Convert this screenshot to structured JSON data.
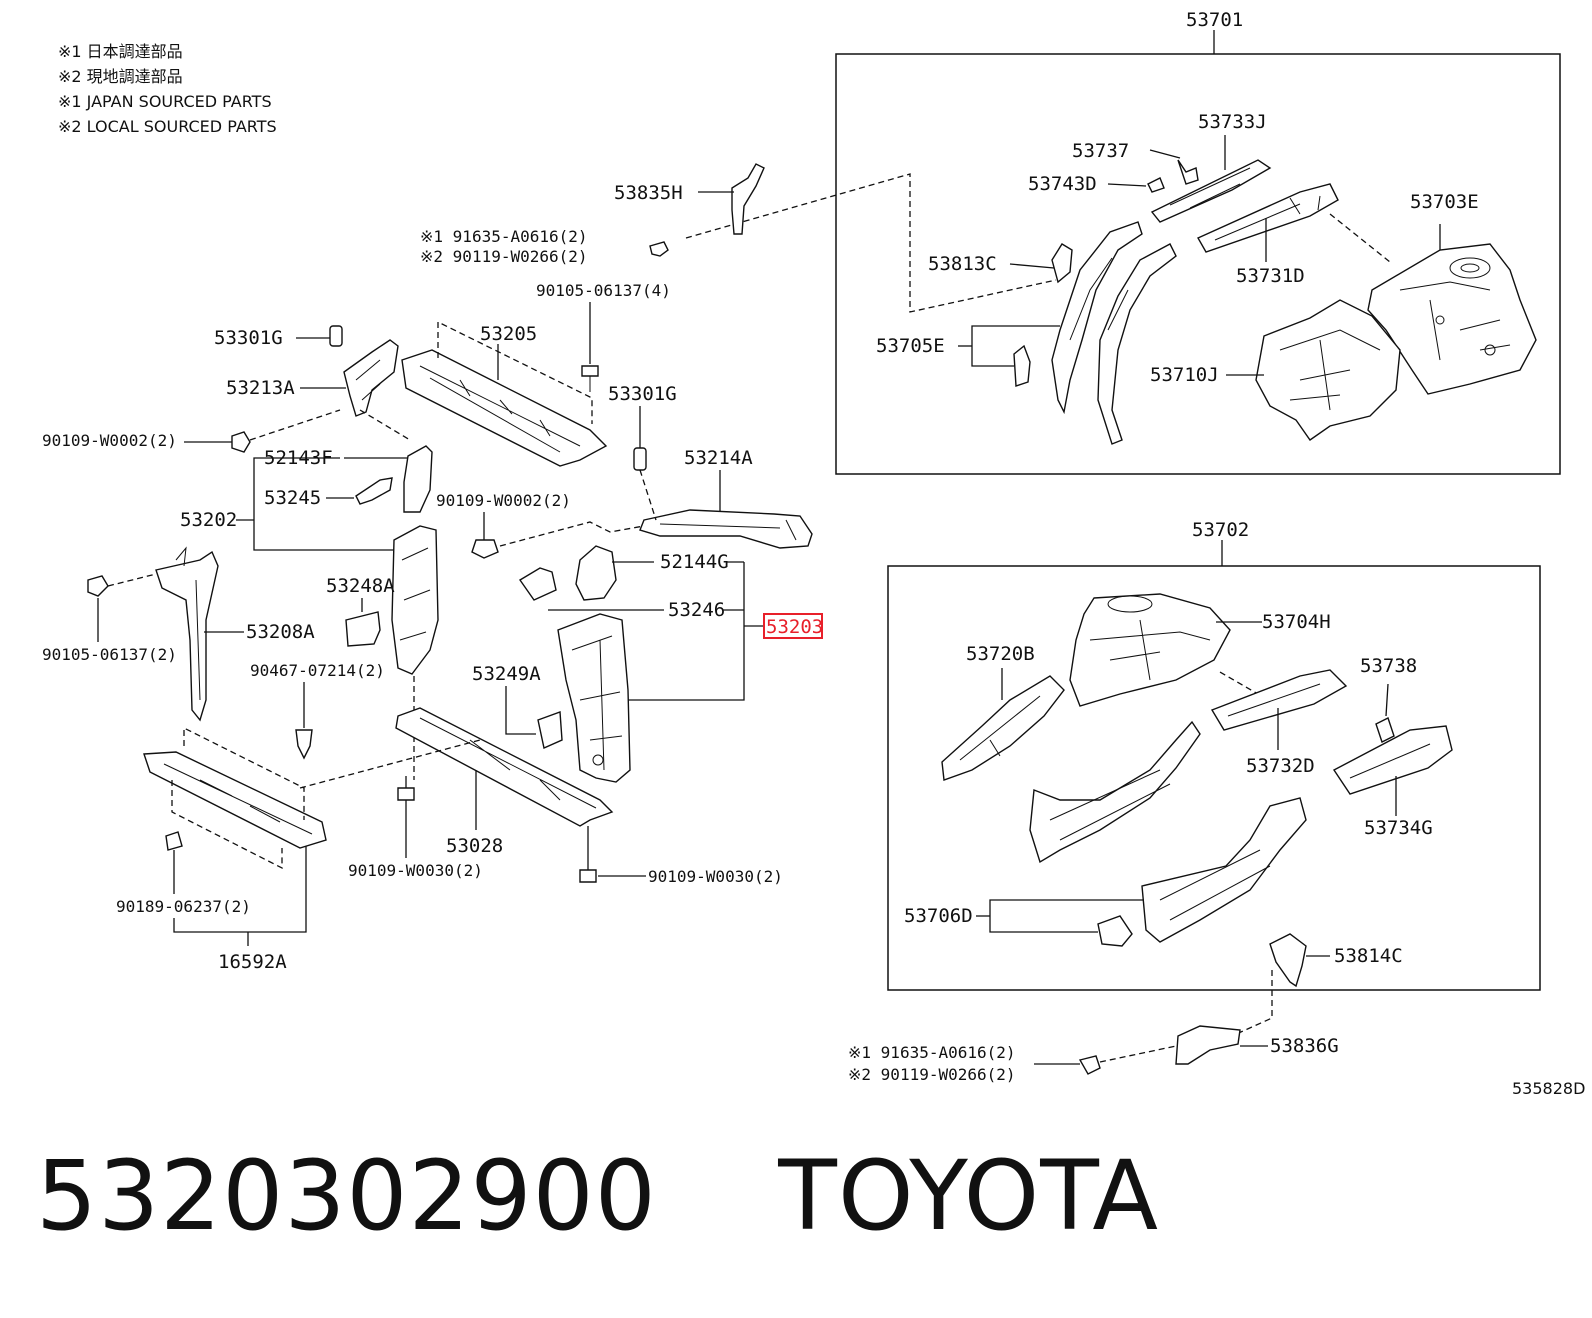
{
  "legend": [
    "※1  日本調達部品",
    "※2  現地調達部品",
    "※1  JAPAN SOURCED PARTS",
    "※2  LOCAL SOURCED PARTS"
  ],
  "labels": {
    "p53701": "53701",
    "p53733J": "53733J",
    "p53737": "53737",
    "p53743D": "53743D",
    "p53703E": "53703E",
    "p53813C": "53813C",
    "p53731D": "53731D",
    "p53705E": "53705E",
    "p53710J": "53710J",
    "p53835H": "53835H",
    "bolt_top_1": "※1 91635-A0616(2)",
    "bolt_top_2": "※2 90119-W0266(2)",
    "p90105_4": "90105-06137(4)",
    "p53301G_a": "53301G",
    "p53205": "53205",
    "p53301G_b": "53301G",
    "p53213A": "53213A",
    "p90109_W0002_a": "90109-W0002(2)",
    "p52143F": "52143F",
    "p53214A": "53214A",
    "p53245": "53245",
    "p90109_W0002_b": "90109-W0002(2)",
    "p53202": "53202",
    "p52144G": "52144G",
    "p53248A": "53248A",
    "p53246": "53246",
    "p53203": "53203",
    "p53208A": "53208A",
    "p90105_2": "90105-06137(2)",
    "p90467": "90467-07214(2)",
    "p53249A": "53249A",
    "p53702": "53702",
    "p53704H": "53704H",
    "p53720B": "53720B",
    "p53738": "53738",
    "p53732D": "53732D",
    "p53734G": "53734G",
    "p53028": "53028",
    "p90109_W0030_a": "90109-W0030(2)",
    "p90109_W0030_b": "90109-W0030(2)",
    "p90189": "90189-06237(2)",
    "p16592A": "16592A",
    "p53706D": "53706D",
    "p53814C": "53814C",
    "bolt_bot_1": "※1 91635-A0616(2)",
    "bolt_bot_2": "※2 90119-W0266(2)",
    "p53836G": "53836G",
    "diagram_code": "535828D"
  },
  "highlight": "53203",
  "footer": {
    "part_number": "5320302900",
    "brand": "TOYOTA"
  }
}
